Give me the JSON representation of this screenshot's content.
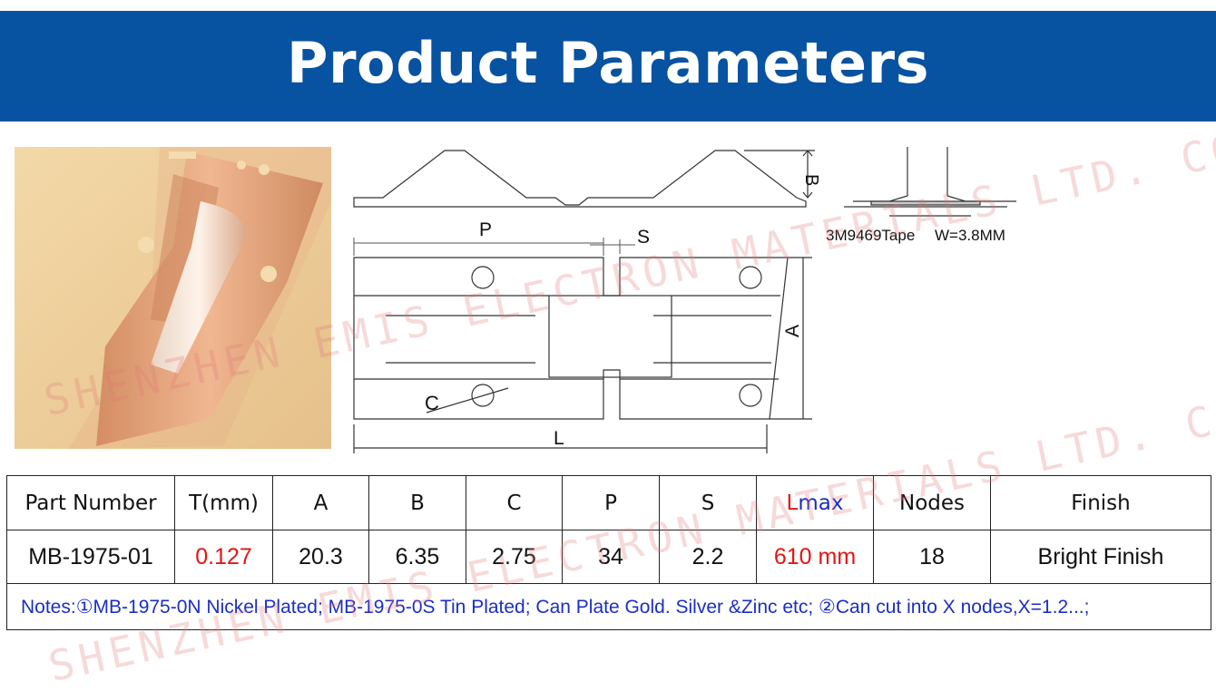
{
  "header": {
    "title": "Product Parameters"
  },
  "drawing": {
    "label_b": "B",
    "label_p": "P",
    "label_s": "S",
    "label_a": "A",
    "label_c": "C",
    "label_l": "L",
    "tape_label": "3M9469Tape",
    "width_label": "W=3.8MM"
  },
  "table": {
    "headers": [
      "Part Number",
      "T(mm)",
      "A",
      "B",
      "C",
      "P",
      "S",
      "Lmax",
      "Nodes",
      "Finish"
    ],
    "lmax_header": {
      "first": "L",
      "rest": "max"
    },
    "values": [
      "MB-1975-01",
      "0.127",
      "20.3",
      "6.35",
      "2.75",
      "34",
      "2.2",
      "610 mm",
      "18",
      "Bright Finish"
    ],
    "notes": "Notes:①MB-1975-0N Nickel Plated; MB-1975-0S Tin Plated; Can Plate Gold. Silver &Zinc etc; ②Can cut into X nodes,X=1.2...;"
  },
  "watermark": {
    "text": "SHENZHEN EMIS ELECTRON MATERIALS LTD. CO"
  },
  "colors": {
    "header_bg": "#0752a1",
    "highlight_red": "#e41414",
    "notes_blue": "#1a2fc4"
  }
}
